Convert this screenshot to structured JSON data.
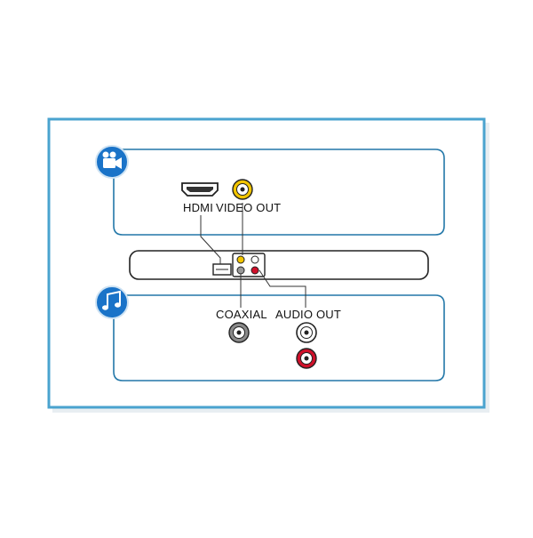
{
  "labels": {
    "hdmi": "HDMI",
    "video_out": "VIDEO OUT",
    "coaxial": "COAXIAL",
    "audio_out": "AUDIO OUT"
  },
  "icons": {
    "video_section": "video-camera-icon",
    "audio_section": "music-note-icon"
  },
  "colors": {
    "frame": "#4aa3cf",
    "panel": "#1f6f9e",
    "icon_bg": "#1a73c8",
    "video_jack": "#f2c500",
    "audio_right": "#d0102a",
    "audio_left": "#ffffff",
    "coaxial": "#777777"
  }
}
